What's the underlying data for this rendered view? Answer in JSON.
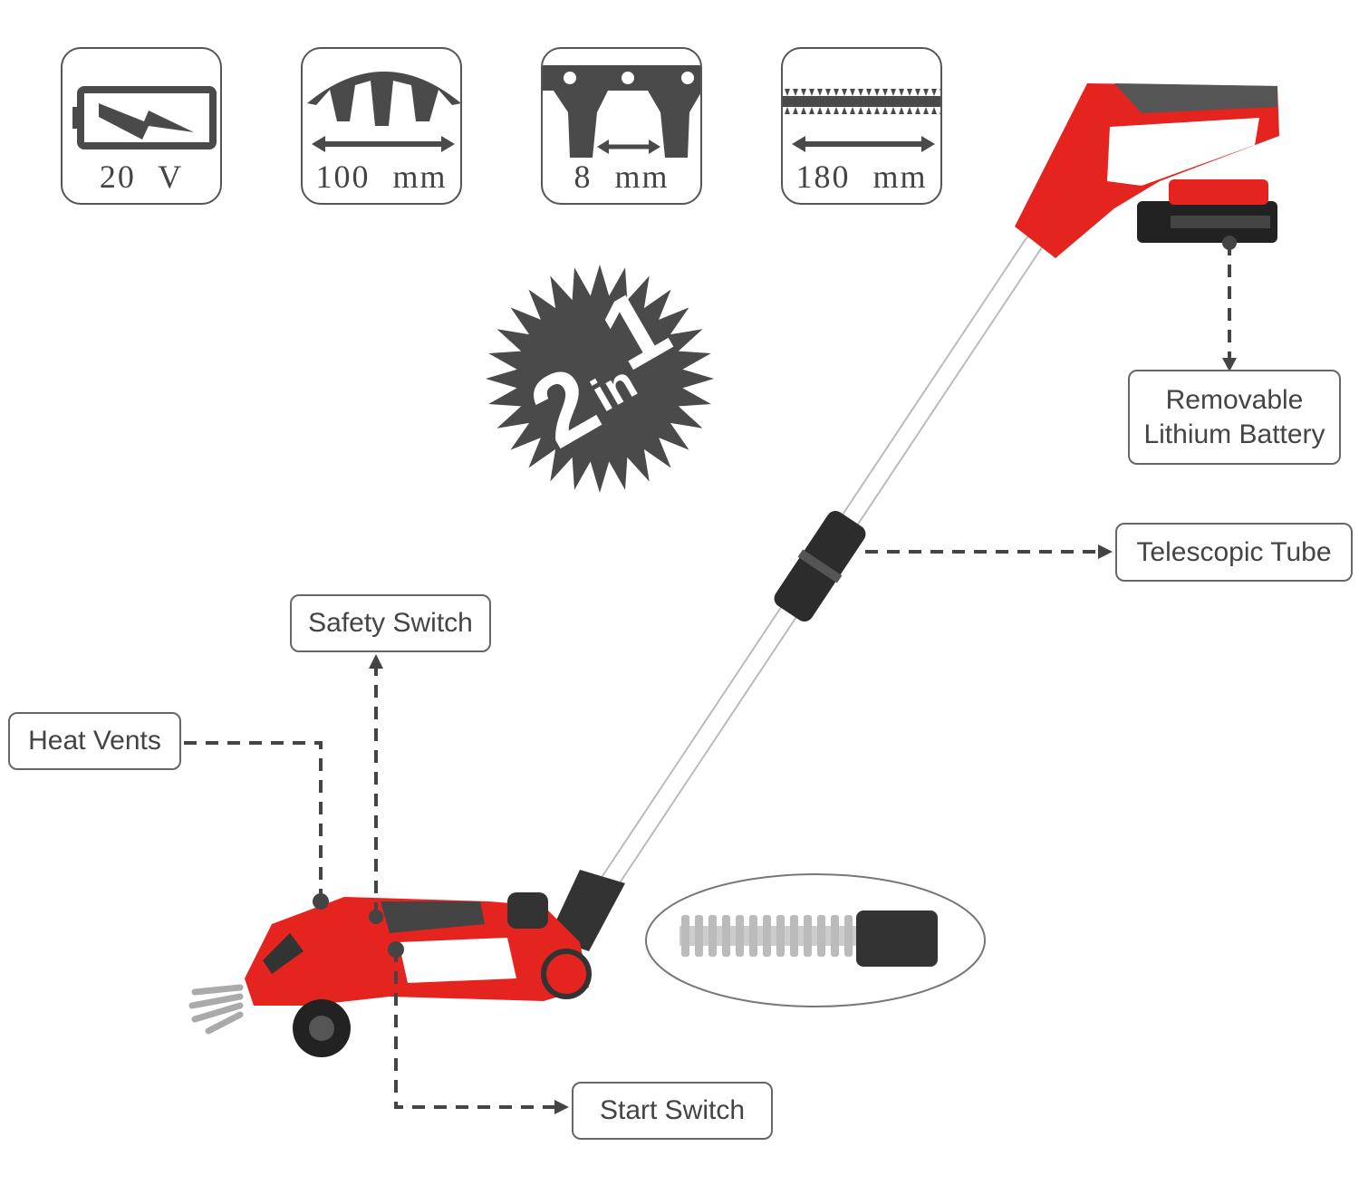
{
  "specs": [
    {
      "icon": "battery-voltage-icon",
      "value": "20 V"
    },
    {
      "icon": "cutting-width-icon",
      "value": "100 mm"
    },
    {
      "icon": "blade-gap-icon",
      "value": "8 mm"
    },
    {
      "icon": "hedge-blade-length-icon",
      "value": "180 mm"
    }
  ],
  "badge": {
    "big": "2",
    "small": "in",
    "big2": "1"
  },
  "callouts": {
    "battery": "Removable Lithium Battery",
    "tube": "Telescopic Tube",
    "safety": "Safety Switch",
    "vents": "Heat Vents",
    "start": "Start Switch"
  },
  "colors": {
    "red": "#e52420",
    "dark": "#4a4a4a",
    "border": "#555555"
  }
}
